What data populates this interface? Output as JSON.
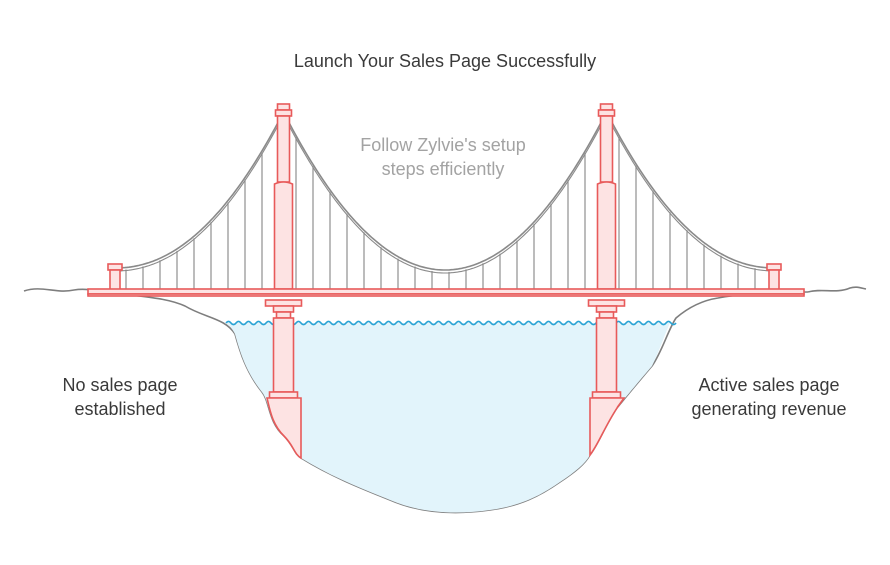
{
  "title": "Launch Your Sales Page Successfully",
  "bridge_caption": [
    "Follow Zylvie's setup",
    "steps efficiently"
  ],
  "start_label": [
    "No sales page",
    "established"
  ],
  "end_label": [
    "Active sales page",
    "generating revenue"
  ],
  "colors": {
    "bridge_stroke": "#e85a5a",
    "bridge_fill": "#fde3e3",
    "cable": "#8a8a8a",
    "hanger": "#8f8f8f",
    "ground": "#7e7e7e",
    "water_fill": "#e2f4fb",
    "wave": "#2aa3d4"
  }
}
